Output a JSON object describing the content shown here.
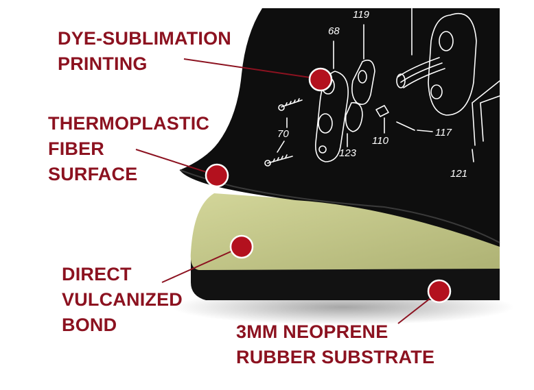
{
  "callouts": {
    "dye_sublimation": {
      "line1": "DYE-SUBLIMATION",
      "line2": "PRINTING"
    },
    "thermoplastic": {
      "line1": "THERMOPLASTIC",
      "line2": "FIBER",
      "line3": "SURFACE"
    },
    "vulcanized": {
      "line1": "DIRECT",
      "line2": "VULCANIZED",
      "line3": "BOND"
    },
    "neoprene": {
      "line1": "3MM NEOPRENE",
      "line2": "RUBBER SUBSTRATE"
    }
  },
  "part_numbers": [
    "119",
    "68",
    "70",
    "123",
    "110",
    "117",
    "121"
  ],
  "colors": {
    "label": "#8c1220",
    "marker": "#b3111e",
    "surface": "#0e0e0e",
    "bond_layer": "#c2c58a",
    "rubber": "#121212",
    "print_lines": "#ffffff"
  }
}
